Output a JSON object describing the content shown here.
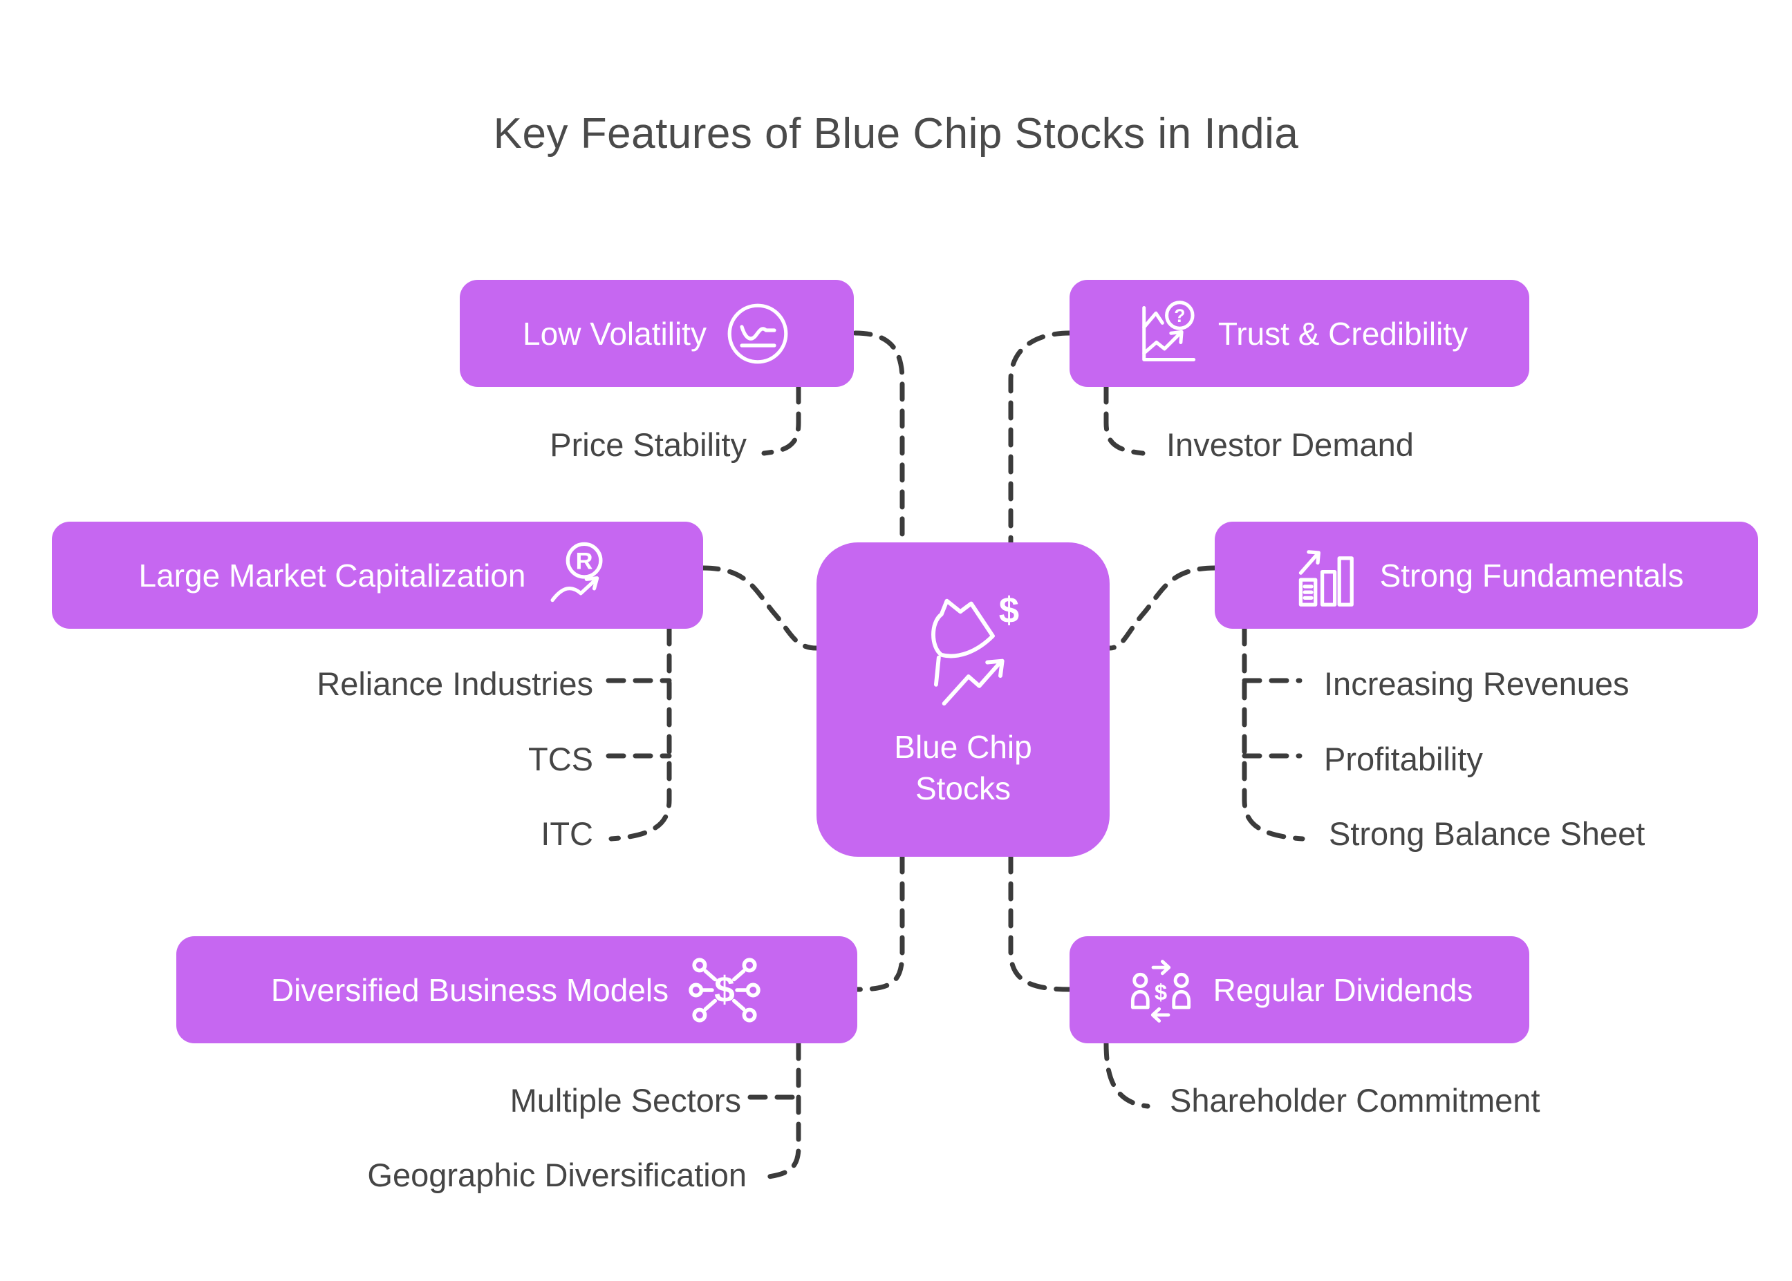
{
  "title": "Key Features of Blue Chip Stocks in India",
  "colors": {
    "node_fill": "#c667f1",
    "node_text": "#ffffff",
    "label_text": "#454545",
    "title_text": "#4a4a4a",
    "connector": "#3b3b3b",
    "background": "#ffffff"
  },
  "center": {
    "label": "Blue Chip Stocks",
    "icon": "flag-dollar-growth-icon"
  },
  "branches": [
    {
      "label": "Low Volatility",
      "icon": "line-chart-circle-icon",
      "children": [
        "Price Stability"
      ]
    },
    {
      "label": "Trust & Credibility",
      "icon": "chart-question-icon",
      "children": [
        "Investor Demand"
      ]
    },
    {
      "label": "Large Market Capitalization",
      "icon": "rupee-growth-icon",
      "children": [
        "Reliance Industries",
        "TCS",
        "ITC"
      ]
    },
    {
      "label": "Strong Fundamentals",
      "icon": "bar-chart-growth-icon",
      "children": [
        "Increasing Revenues",
        "Profitability",
        "Strong Balance Sheet"
      ]
    },
    {
      "label": "Diversified Business Models",
      "icon": "network-dollar-icon",
      "children": [
        "Multiple Sectors",
        "Geographic Diversification"
      ]
    },
    {
      "label": "Regular Dividends",
      "icon": "people-dollar-exchange-icon",
      "children": [
        "Shareholder Commitment"
      ]
    }
  ]
}
